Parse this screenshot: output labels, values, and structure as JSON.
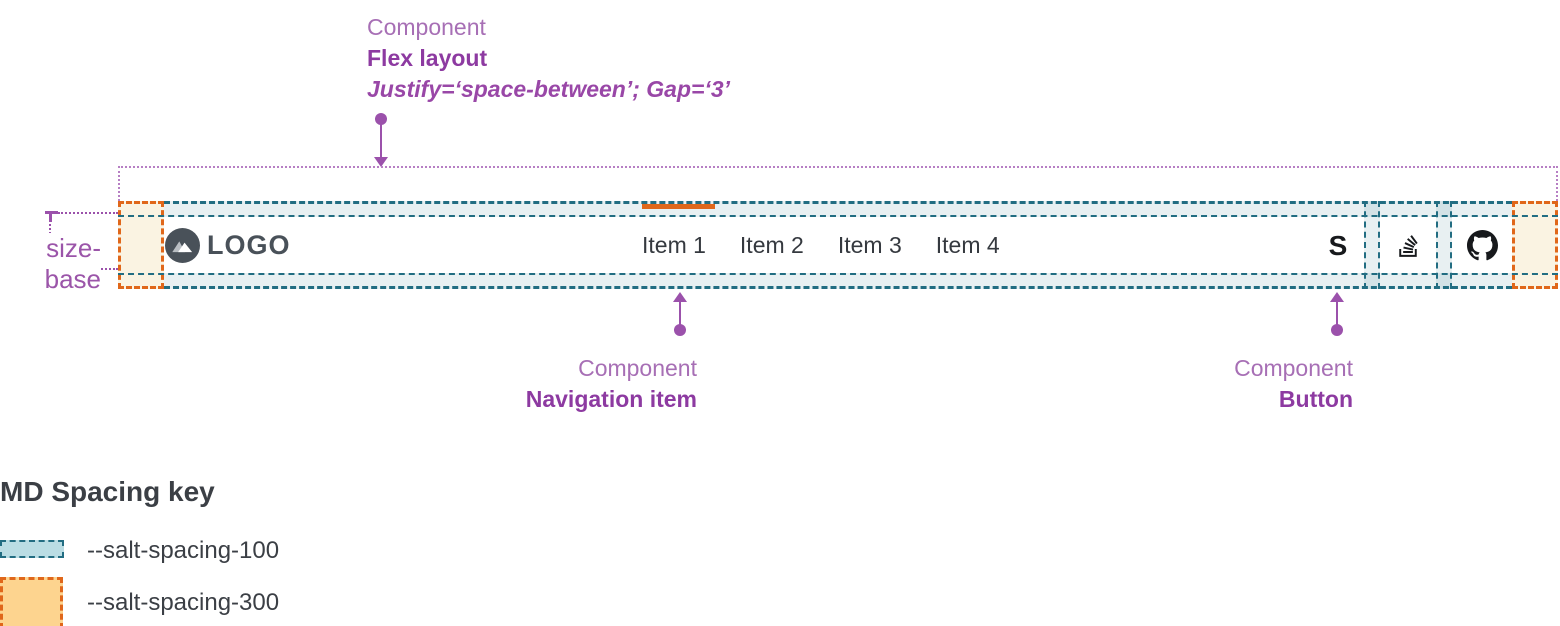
{
  "annotations": {
    "flex_layout": {
      "eyebrow": "Component",
      "title": "Flex layout",
      "detail": "Justify=‘space-between’; Gap=‘3’"
    },
    "navigation_item": {
      "eyebrow": "Component",
      "title": "Navigation item"
    },
    "button": {
      "eyebrow": "Component",
      "title": "Button"
    },
    "size_base_label": "size-base"
  },
  "navbar": {
    "logo": {
      "text": "LOGO",
      "icon": "mountain-logo-icon"
    },
    "nav_items": [
      {
        "label": "Item 1",
        "active": true
      },
      {
        "label": "Item 2",
        "active": false
      },
      {
        "label": "Item 3",
        "active": false
      },
      {
        "label": "Item 4",
        "active": false
      }
    ],
    "action_buttons": [
      {
        "icon": "symphony-icon",
        "glyph": "S"
      },
      {
        "icon": "stackoverflow-icon"
      },
      {
        "icon": "github-icon"
      }
    ]
  },
  "legend": {
    "title": "MD Spacing key",
    "items": [
      {
        "token": "--salt-spacing-100",
        "fill": "#badde4",
        "border": "#226d82"
      },
      {
        "token": "--salt-spacing-300",
        "fill": "#fdd48f",
        "border": "#e0671a"
      }
    ]
  },
  "colors": {
    "annotation_purple": "#9b51ab",
    "annotation_purple_bold": "#8d3aa1",
    "outline_purple": "#b77fc4",
    "teal_border": "#226d82",
    "orange_border": "#e0671a",
    "active_indicator": "#e0671a",
    "text_dark": "#35393f",
    "logo_slate": "#495159"
  }
}
